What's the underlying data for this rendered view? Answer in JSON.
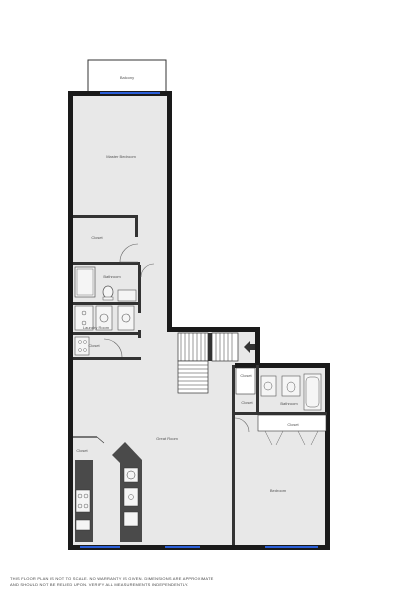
{
  "plan": {
    "rooms": {
      "balcony": "Balcony",
      "master_bedroom": "Master Bedroom",
      "closet_1": "Closet",
      "bathroom_1": "Bathroom",
      "laundry_room": "Laundry Room",
      "closet_2": "Closet",
      "great_room": "Great Room",
      "closet_3": "Closet",
      "closet_4": "Closet",
      "bathroom_2": "Bathroom",
      "closet_5": "Closet",
      "bedroom": "Bedroom"
    },
    "colors": {
      "wall": "#1a1a1a",
      "floor": "#e8e8e8",
      "fixture": "#f5f5f5",
      "window": "#2b5fd9",
      "counter": "#4a4a4a"
    }
  },
  "disclaimer": {
    "line1": "THIS FLOOR PLAN IS NOT TO SCALE. NO WARRANTY IS GIVEN. DIMENSIONS ARE APPROXIMATE",
    "line2": "AND SHOULD NOT BE RELIED UPON. VERIFY ALL MEASUREMENTS INDEPENDENTLY."
  }
}
